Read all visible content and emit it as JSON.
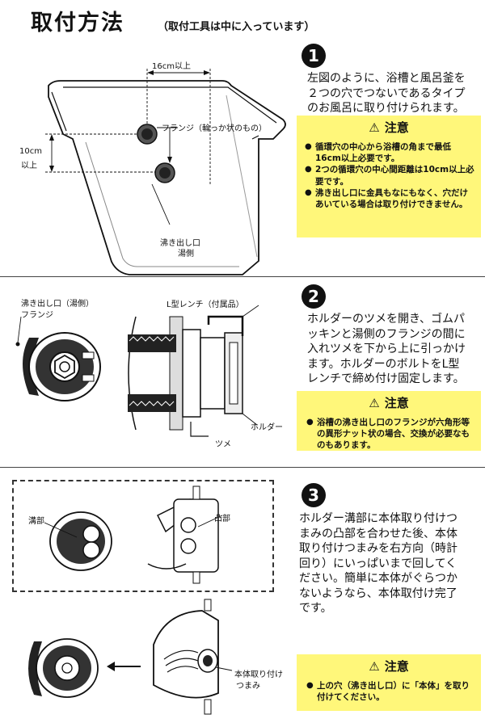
{
  "header": {
    "title": "取付方法",
    "subtitle": "（取付工具は中に入っています）"
  },
  "step1": {
    "number": "1",
    "text_lines": [
      "左図のように、浴槽と風呂釜を",
      "２つの穴でつないであるタイプ",
      "のお風呂に取り付けられます。"
    ],
    "caution_title": "注意",
    "cautions": [
      "循環穴の中心から浴槽の角まで最低16cm以上必要です。",
      "2つの循環穴の中心間距離は10cm以上必要です。",
      "沸き出し口に金具もなにもなく、穴だけあいている場合は取り付けできません。"
    ],
    "labels": {
      "width": "16cm以上",
      "height_1": "10cm",
      "height_2": "以上",
      "flange": "フランジ（輪っか状のもの）",
      "outlet_1": "沸き出し口",
      "outlet_2": "湯側"
    }
  },
  "step2": {
    "number": "2",
    "text_lines": [
      "ホルダーのツメを開き、ゴムパ",
      "ッキンと湯側のフランジの間に",
      "入れツメを下から上に引っかけ",
      "ます。ホルダーのボルトをL型",
      "レンチで締め付け固定します。"
    ],
    "caution_title": "注意",
    "cautions": [
      "浴槽の沸き出し口のフランジが六角形等の異形ナット状の場合、交換が必要なものもあります。"
    ],
    "labels": {
      "outlet_flange_1": "沸き出し口（湯側）",
      "outlet_flange_2": "フランジ",
      "wrench": "L型レンチ（付属品）",
      "holder": "ホルダー",
      "claw": "ツメ"
    }
  },
  "step3": {
    "number": "3",
    "text_lines": [
      "ホルダー溝部に本体取り付けつ",
      "まみの凸部を合わせた後、本体",
      "取り付けつまみを右方向（時計",
      "回り）にいっぱいまで回してく",
      "ださい。簡単に本体がぐらつか",
      "ないようなら、本体取付け完了",
      "です。"
    ],
    "caution_title": "注意",
    "cautions": [
      "上の穴（沸き出し口）に「本体」を取り付けてください。"
    ],
    "labels": {
      "groove": "溝部",
      "boss": "凸部",
      "knob_1": "本体取り付け",
      "knob_2": "つまみ"
    }
  },
  "colors": {
    "caution_bg": "#fff77a",
    "ink": "#111111"
  }
}
